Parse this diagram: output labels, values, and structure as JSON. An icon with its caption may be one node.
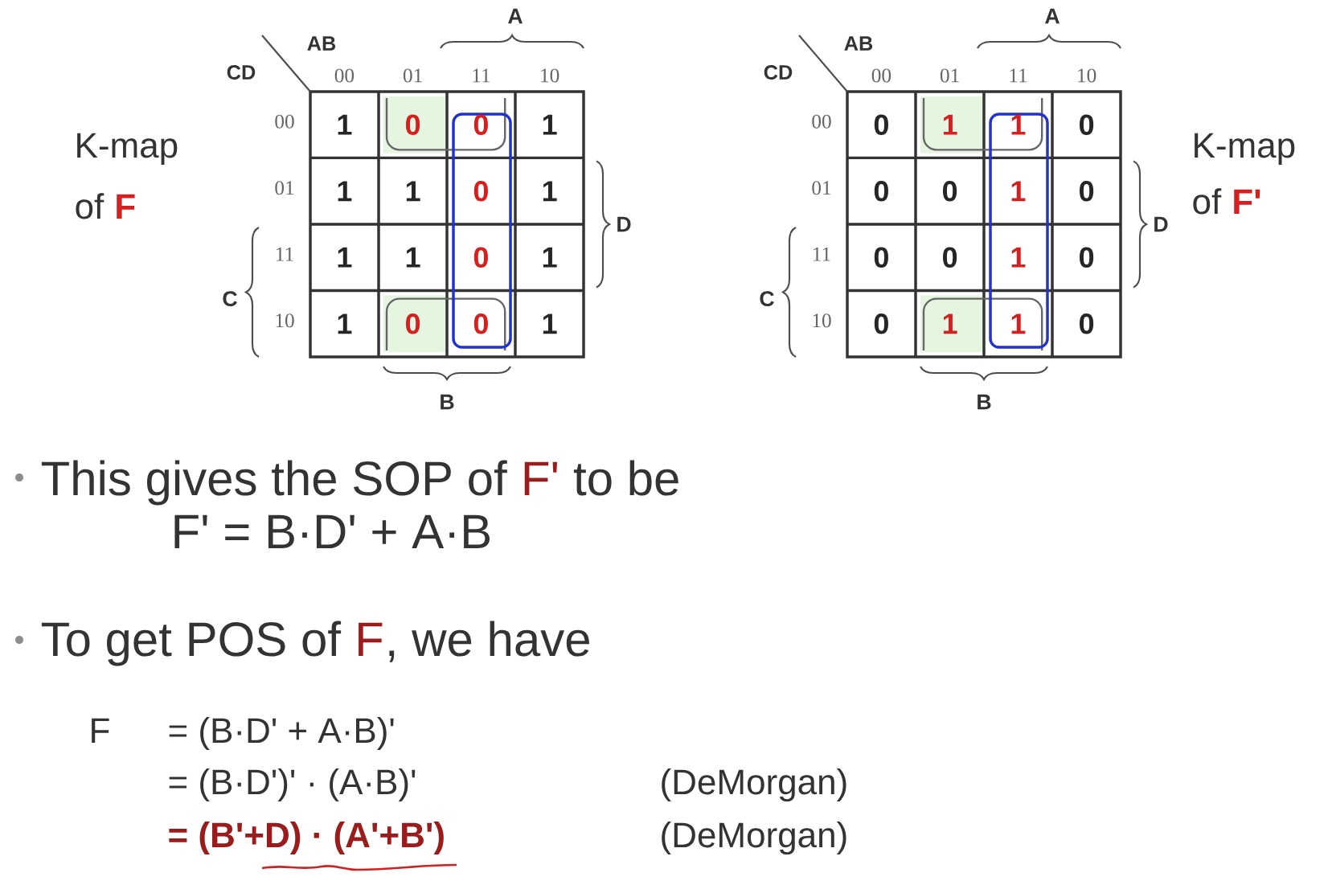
{
  "diagram": {
    "labels": [
      "K-map",
      "of",
      "F",
      "AB",
      "CD",
      "00",
      "01",
      "11",
      "10",
      "A",
      "00",
      "1",
      "0",
      "0",
      "1",
      "01",
      "1",
      "1",
      "0",
      "1",
      "11",
      "1",
      "1",
      "0",
      "1",
      "10",
      "1",
      "0",
      "0",
      "1",
      "D",
      "C",
      "B",
      "AB",
      "CD",
      "00",
      "01",
      "11",
      "10",
      "A",
      "00",
      "0",
      "1",
      "1",
      "0",
      "01",
      "0",
      "0",
      "1",
      "0",
      "11",
      "0",
      "0",
      "1",
      "0",
      "10",
      "0",
      "1",
      "1",
      "0",
      "D",
      "C",
      "B",
      "K-map",
      "of",
      "F'",
      "This gives the SOP of",
      "F'",
      "to be",
      "F' = B·D' + A·B",
      "To get POS of",
      "F",
      ", we have",
      "F",
      "= (B·D' + A·B)'",
      "= (B·D')' · (A·B)'",
      "(DeMorgan)",
      "= (B'+D) · (A'+B')",
      "(DeMorgan)"
    ]
  }
}
